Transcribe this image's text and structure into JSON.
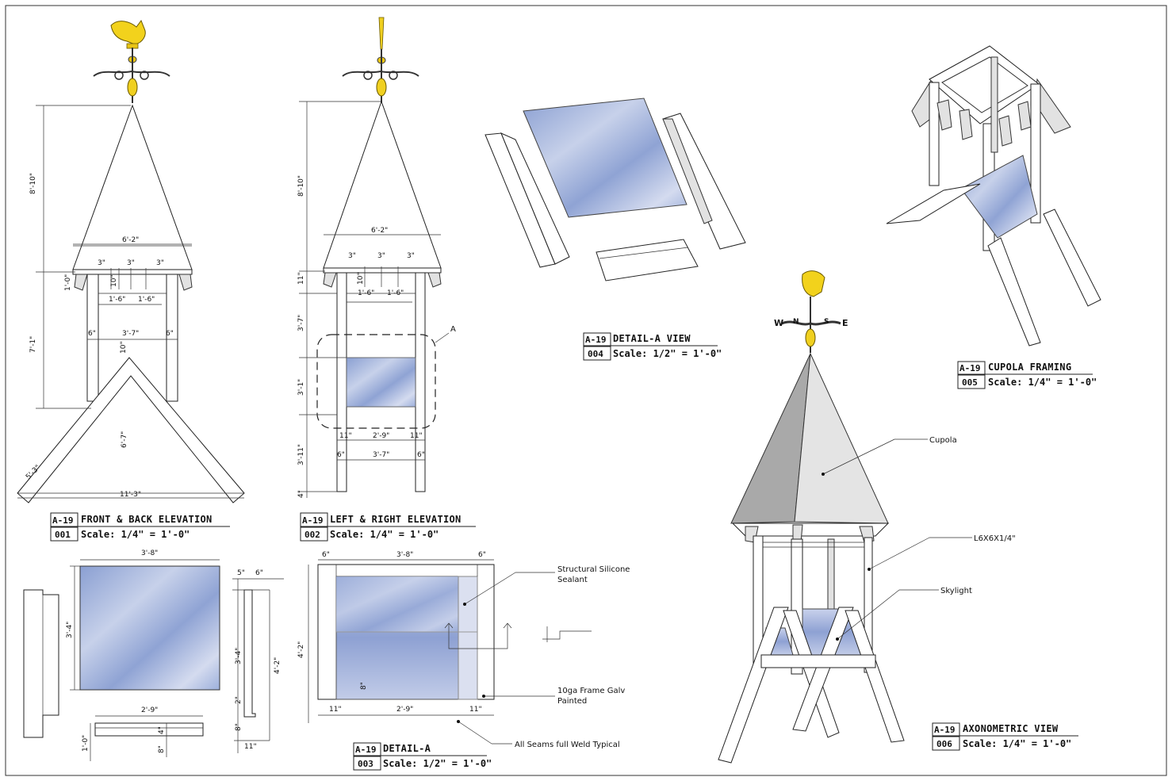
{
  "views": {
    "front_back_elevation": {
      "sheet": "A-19",
      "number": "001",
      "title": "FRONT & BACK ELEVATION",
      "scale": "Scale: 1/4\" = 1'-0\"",
      "dims": {
        "roof_height": "8'-10\"",
        "roof_width": "6'-2\"",
        "eave": "1'-0\"",
        "post_gap1": "3\"",
        "post_gap2": "3\"",
        "post_gap3": "3\"",
        "post_depth": "10\"",
        "span_a": "1'-6\"",
        "span_b": "1'-6\"",
        "body_height": "7'-1\"",
        "post_left": "6\"",
        "inner_width": "3'-7\"",
        "post_right": "6\"",
        "apex": "10\"",
        "brace_height": "6'-7\"",
        "slope": "5'-3\"",
        "base_width": "11'-3\""
      }
    },
    "left_right_elevation": {
      "sheet": "A-19",
      "number": "002",
      "title": "LEFT & RIGHT ELEVATION",
      "scale": "Scale: 1/4\" = 1'-0\"",
      "callout": "A",
      "dims": {
        "roof_height": "8'-10\"",
        "roof_width": "6'-2\"",
        "eave": "11\"",
        "post_gap1": "3\"",
        "post_gap2": "3\"",
        "post_gap3": "3\"",
        "post_depth": "10\"",
        "span_a": "1'-6\"",
        "span_b": "1'-6\"",
        "upper_height": "3'-7\"",
        "window_height": "3'-1\"",
        "lower_height": "3'-11\"",
        "base": "4\"",
        "glass_left": "11\"",
        "glass_width": "2'-9\"",
        "glass_right": "11\"",
        "post_left": "6\"",
        "inner_width": "3'-7\"",
        "post_right": "6\""
      }
    },
    "detail_a_view": {
      "sheet": "A-19",
      "number": "004",
      "title": "DETAIL-A VIEW",
      "scale": "Scale: 1/2\" = 1'-0\""
    },
    "cupola_framing": {
      "sheet": "A-19",
      "number": "005",
      "title": "CUPOLA FRAMING",
      "scale": "Scale: 1/4\" = 1'-0\""
    },
    "axonometric_view": {
      "sheet": "A-19",
      "number": "006",
      "title": "AXONOMETRIC VIEW",
      "scale": "Scale: 1/4\" = 1'-0\"",
      "callouts": {
        "cupola": "Cupola",
        "angle": "L6X6X1/4\"",
        "skylight": "Skylight"
      },
      "vane_letters": {
        "west": "W",
        "east": "E",
        "north": "N",
        "south": "S"
      }
    },
    "detail_a": {
      "sheet": "A-19",
      "number": "003",
      "title": "DETAIL-A",
      "scale": "Scale: 1/2\" = 1'-0\"",
      "dims": {
        "left_frame": "6\"",
        "width": "3'-8\"",
        "right_frame": "6\"",
        "height": "4'-2\"",
        "inset": "8\"",
        "bot_left": "11\"",
        "bot_width": "2'-9\"",
        "bot_right": "11\""
      },
      "notes": {
        "sealant_1": "Structural Silicone",
        "sealant_2": "Sealant",
        "frame_1": "10ga Frame Galv",
        "frame_2": "Painted",
        "seams": "All Seams full Weld Typical"
      }
    },
    "glass_panel": {
      "dims": {
        "width": "3'-8\"",
        "height": "3'-4\""
      }
    },
    "frame_section": {
      "dims": {
        "flange_a": "5\"",
        "flange_b": "6\"",
        "inner_height": "3'-4\"",
        "outer_height": "4'-2\"",
        "lip": "2\"",
        "bottom_lip": "8\"",
        "base_width": "11\""
      }
    },
    "sill_section": {
      "dims": {
        "width": "2'-9\"",
        "height": "1'-0\"",
        "top": "4\"",
        "bottom": "8\""
      }
    }
  }
}
